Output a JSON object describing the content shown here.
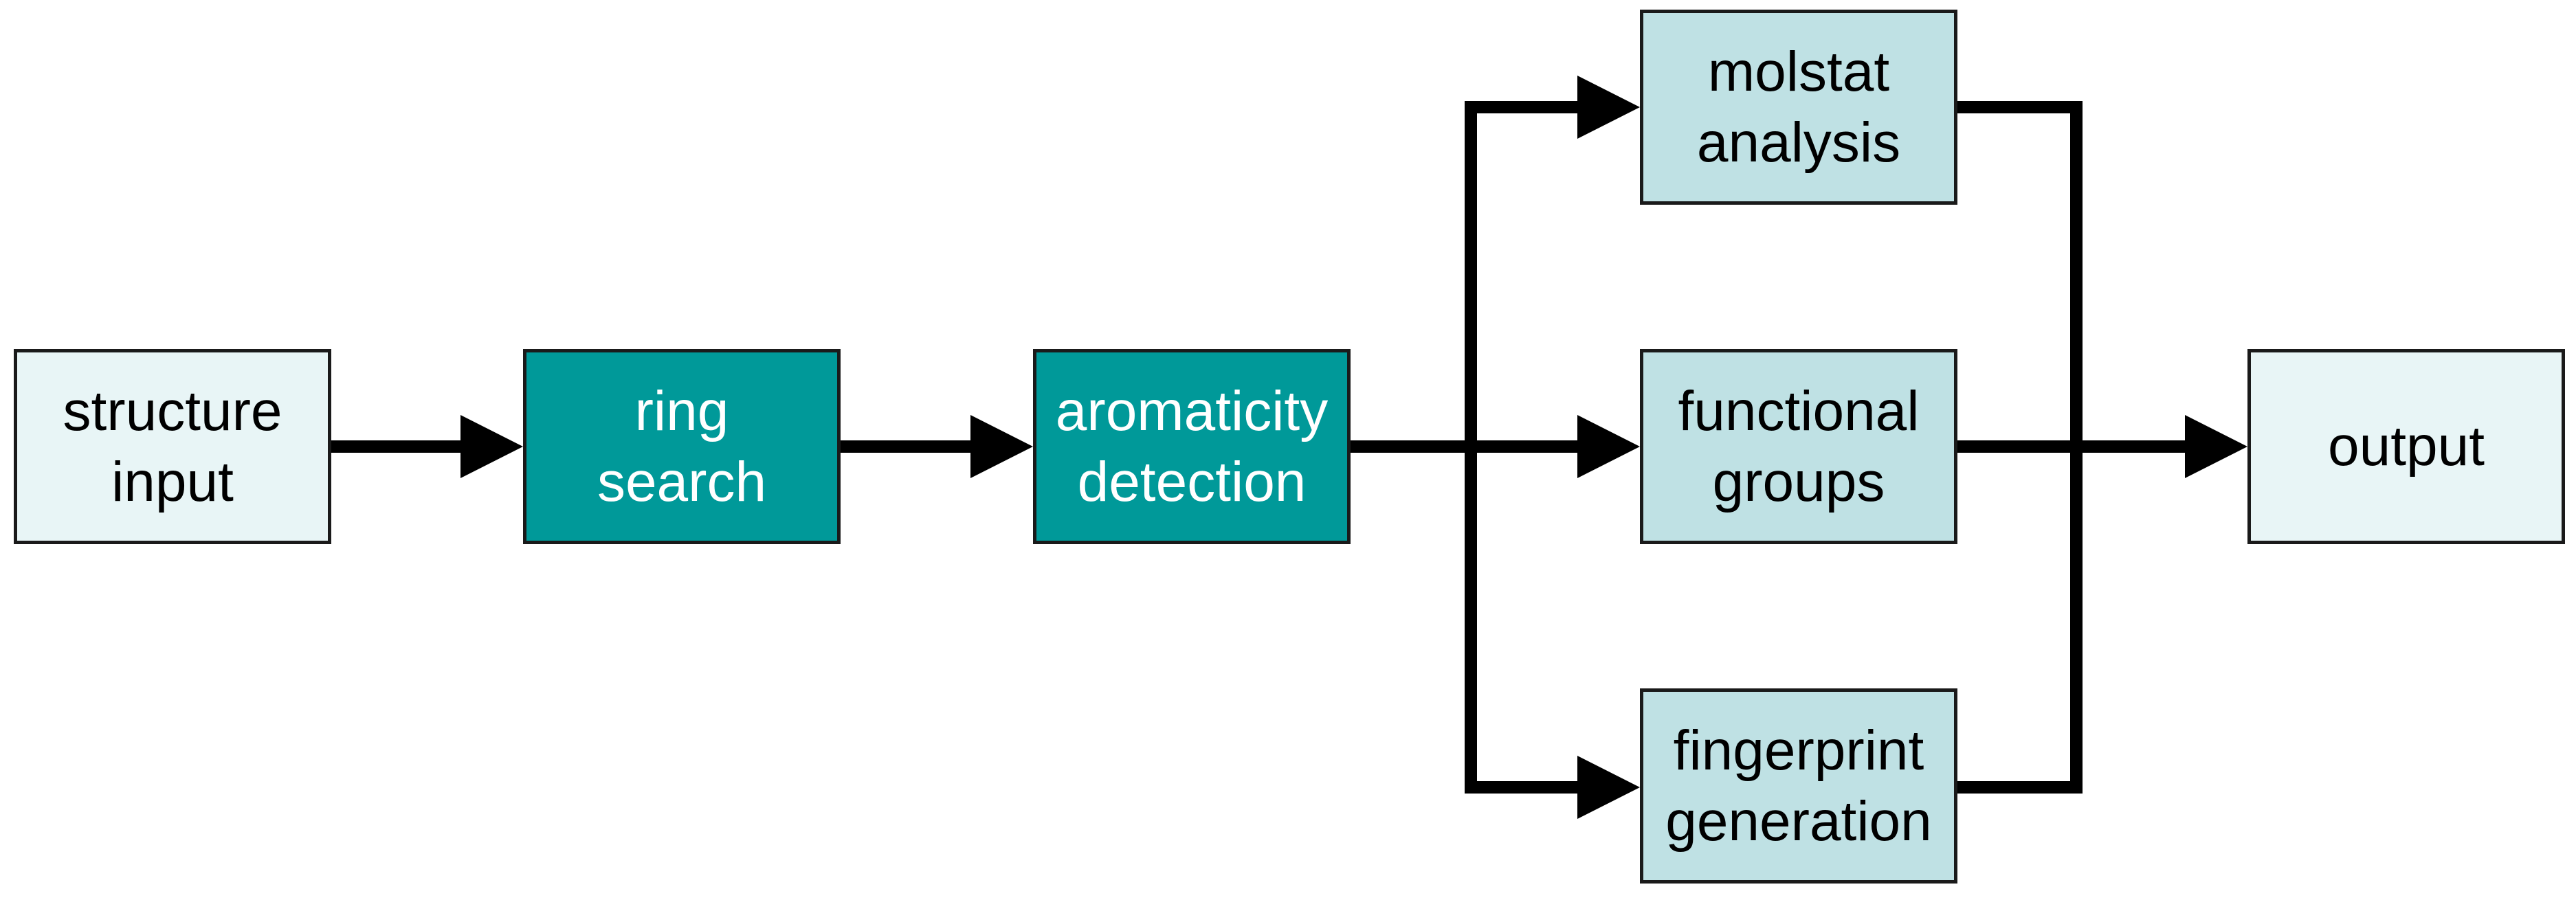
{
  "diagram": {
    "nodes": {
      "structure_input": {
        "line1": "structure",
        "line2": "input"
      },
      "ring_search": {
        "line1": "ring",
        "line2": "search"
      },
      "aromaticity_detection": {
        "line1": "aromaticity",
        "line2": "detection"
      },
      "molstat_analysis": {
        "line1": "molstat",
        "line2": "analysis"
      },
      "functional_groups": {
        "line1": "functional",
        "line2": "groups"
      },
      "fingerprint_generation": {
        "line1": "fingerprint",
        "line2": "generation"
      },
      "output": {
        "line1": "output"
      }
    },
    "colors": {
      "light": "#e8f5f6",
      "teal": "#009999",
      "mid": "#bfe1e4",
      "line": "#000000"
    },
    "edges": [
      [
        "structure_input",
        "ring_search"
      ],
      [
        "ring_search",
        "aromaticity_detection"
      ],
      [
        "aromaticity_detection",
        "molstat_analysis"
      ],
      [
        "aromaticity_detection",
        "functional_groups"
      ],
      [
        "aromaticity_detection",
        "fingerprint_generation"
      ],
      [
        "molstat_analysis",
        "output"
      ],
      [
        "functional_groups",
        "output"
      ],
      [
        "fingerprint_generation",
        "output"
      ]
    ]
  }
}
